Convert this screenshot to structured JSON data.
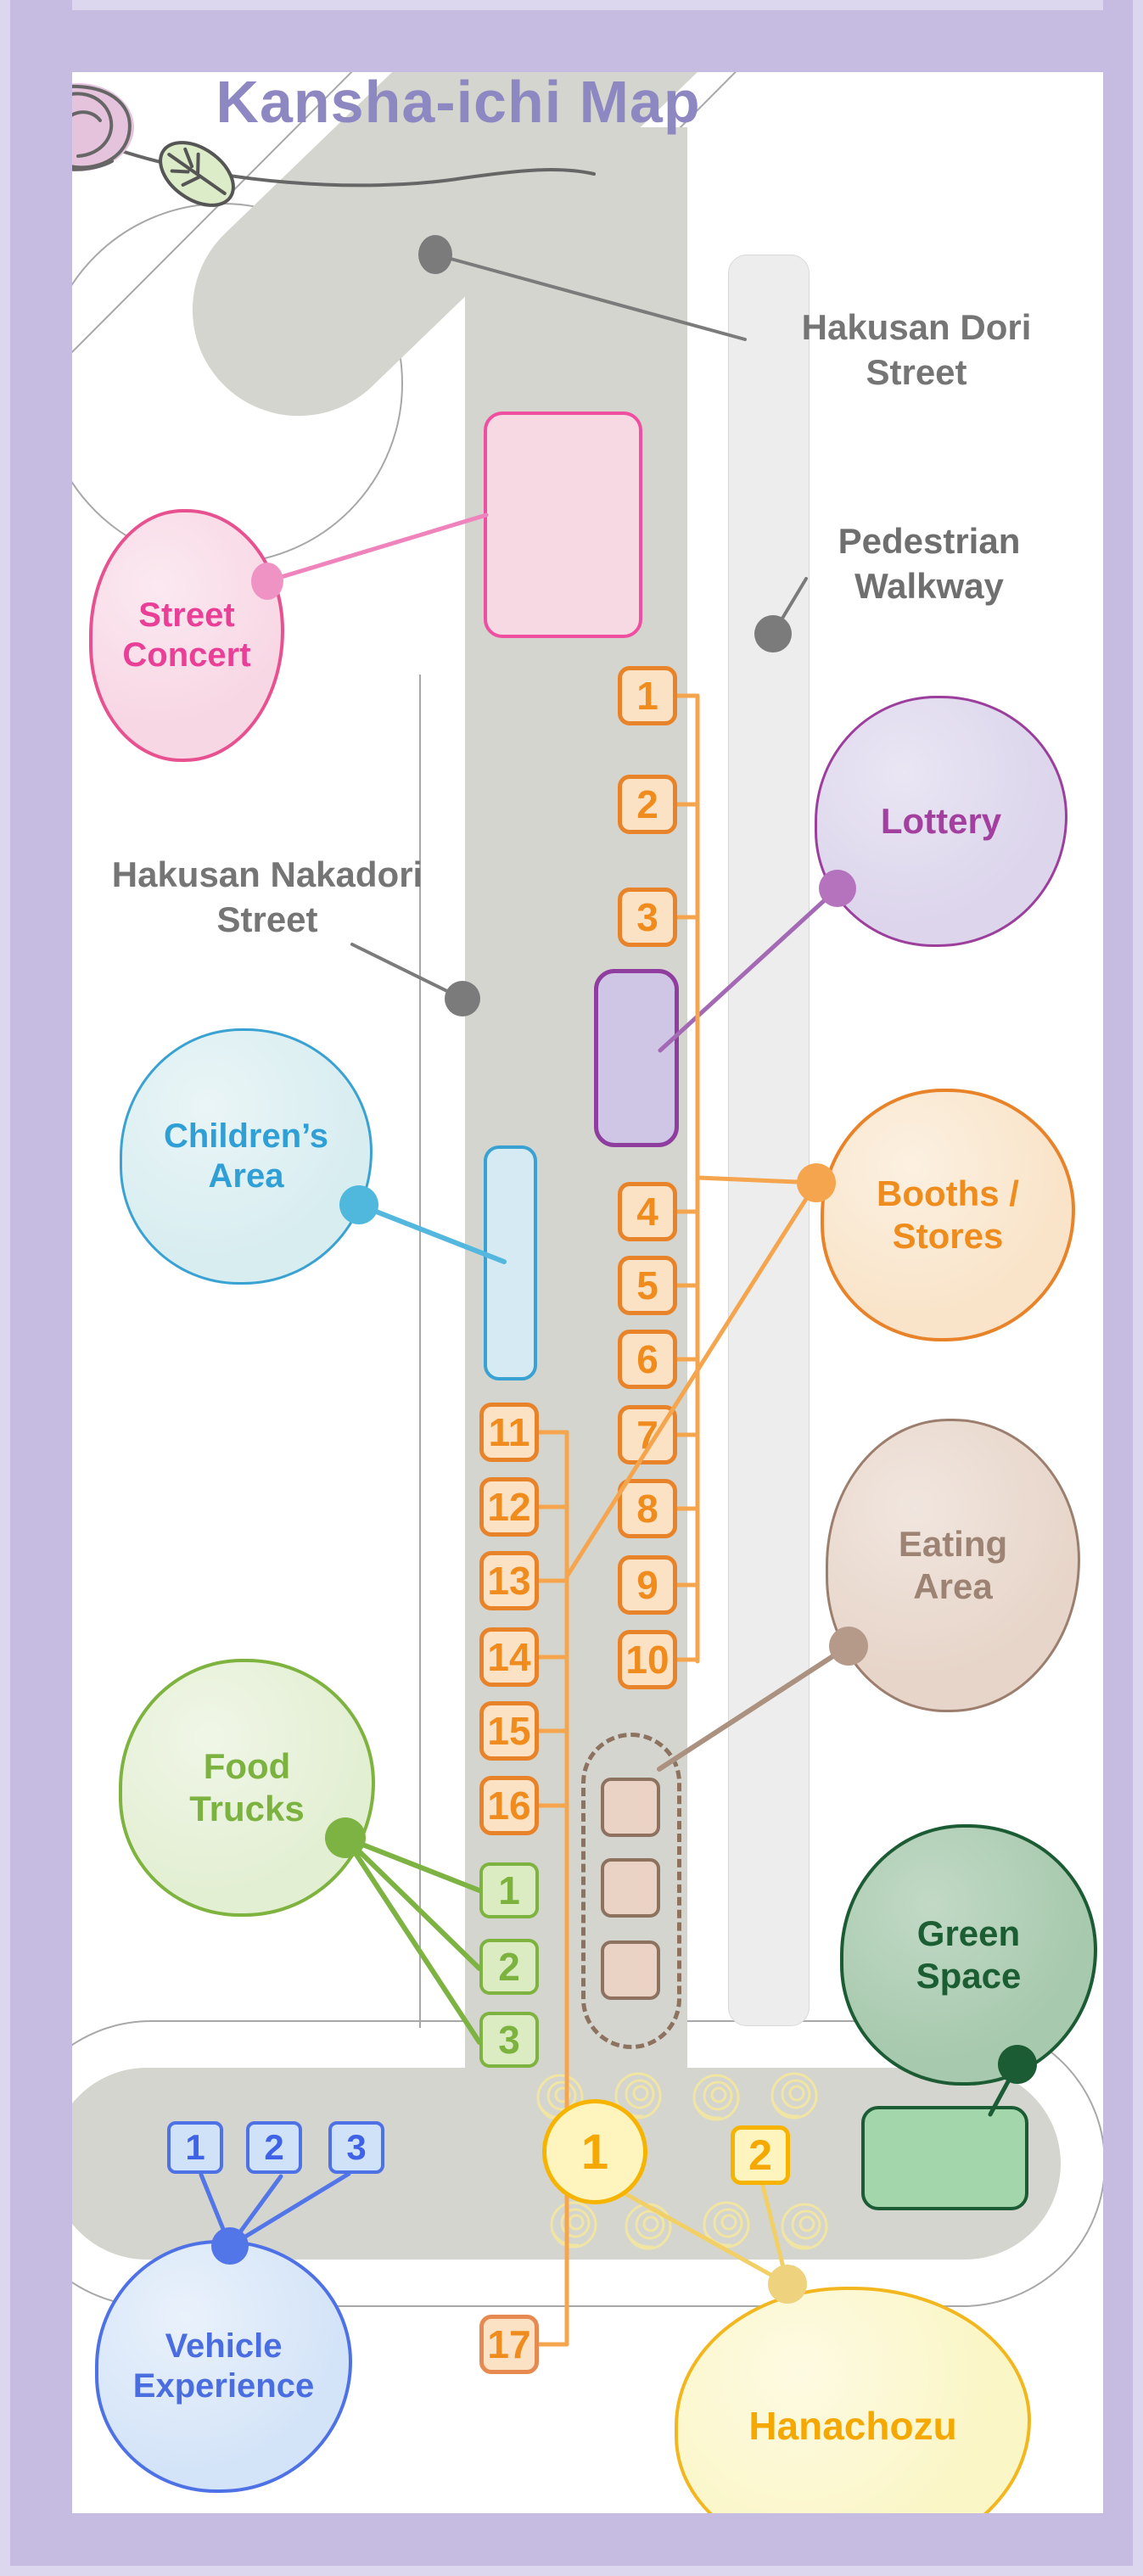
{
  "title": "Kansha-ichi Map",
  "streets": {
    "hakusan_dori": {
      "line1": "Hakusan Dori",
      "line2": "Street"
    },
    "pedestrian": {
      "line1": "Pedestrian",
      "line2": "Walkway"
    },
    "hakusan_nakadori": {
      "line1": "Hakusan Nakadori",
      "line2": "Street"
    }
  },
  "areas": {
    "street_concert": {
      "line1": "Street",
      "line2": "Concert",
      "text_color": "#ea3f97",
      "border_color": "#e8518f",
      "fill": "#f8d7e4"
    },
    "lottery": {
      "line1": "Lottery",
      "line2": "",
      "text_color": "#a3409f",
      "border_color": "#9c3f9c",
      "fill": "#dcd5ec"
    },
    "childrens_area": {
      "line1": "Children’s",
      "line2": "Area",
      "text_color": "#2f9fd6",
      "border_color": "#3aa2d2",
      "fill": "#d8edf0"
    },
    "booths_stores": {
      "line1": "Booths /",
      "line2": "Stores",
      "text_color": "#ef8c1e",
      "border_color": "#e8832a",
      "fill": "#f9e4c9"
    },
    "eating_area": {
      "line1": "Eating",
      "line2": "Area",
      "text_color": "#9c8373",
      "border_color": "#9c7e6e",
      "fill": "#e7d5c9"
    },
    "food_trucks": {
      "line1": "Food",
      "line2": "Trucks",
      "text_color": "#7cb340",
      "border_color": "#7db33e",
      "fill": "#e3efd3"
    },
    "green_space": {
      "line1": "Green",
      "line2": "Space",
      "text_color": "#1b5e33",
      "border_color": "#1c5c34",
      "fill": "#a7c9ad"
    },
    "vehicle_experience": {
      "line1": "Vehicle",
      "line2": "Experience",
      "text_color": "#4a6de0",
      "border_color": "#4f71e6",
      "fill": "#d4e4f8"
    },
    "hanachozu": {
      "line1": "Hanachozu",
      "line2": "",
      "text_color": "#f5a800",
      "border_color": "#f2b71e",
      "fill": "#fbf6c6"
    }
  },
  "booths": {
    "numbers": [
      "1",
      "2",
      "3",
      "4",
      "5",
      "6",
      "7",
      "8",
      "9",
      "10",
      "11",
      "12",
      "13",
      "14",
      "15",
      "16",
      "17"
    ]
  },
  "food_trucks": {
    "numbers": [
      "1",
      "2",
      "3"
    ]
  },
  "vehicle": {
    "numbers": [
      "1",
      "2",
      "3"
    ]
  },
  "hanachozu": {
    "markers": [
      "1",
      "2"
    ]
  },
  "colors": {
    "frame": "#c6bce2",
    "road": "#d5d5cf",
    "walkway": "#ededed",
    "title": "#8e88c2",
    "street_label": "#757575",
    "booth_line": "#f5a54e",
    "rose_outline": "#f1e5a4"
  }
}
